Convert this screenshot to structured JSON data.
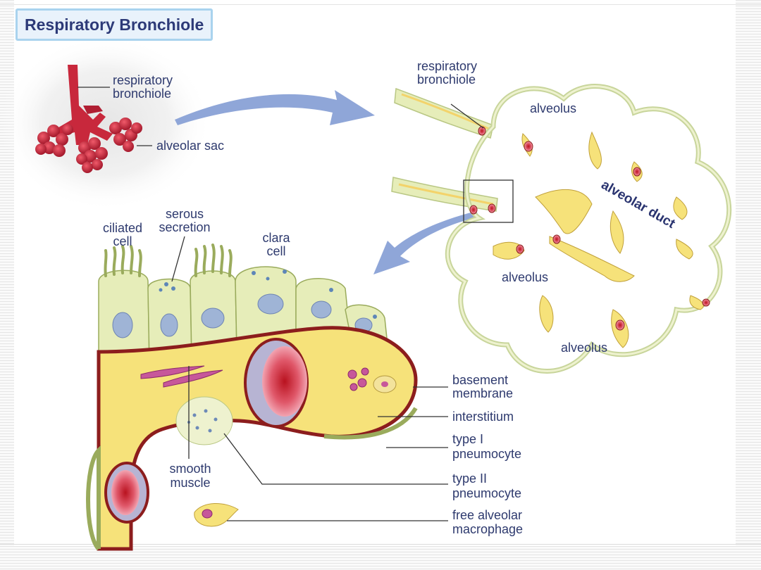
{
  "title": "Respiratory Bronchiole",
  "labels": {
    "respiratory_bronchiole_inset": [
      "respiratory",
      "bronchiole"
    ],
    "alveolar_sac": "alveolar sac",
    "respiratory_bronchiole_detail": [
      "respiratory",
      "bronchiole"
    ],
    "alveolus_top": "alveolus",
    "alveolar_duct": "alveolar duct",
    "alveolus_middle": "alveolus",
    "alveolus_bottom": "alveolus",
    "ciliated_cell": [
      "ciliated",
      "cell"
    ],
    "serous_secretion": [
      "serous",
      "secretion"
    ],
    "clara_cell": [
      "clara",
      "cell"
    ],
    "basement_membrane": [
      "basement",
      "membrane"
    ],
    "interstitium": "interstitium",
    "type1_pneumocyte": [
      "type I",
      "pneumocyte"
    ],
    "type2_pneumocyte": [
      "type II",
      "pneumocyte"
    ],
    "free_alveolar_macrophage": [
      "free alveolar",
      "macrophage"
    ],
    "smooth_muscle": [
      "smooth",
      "muscle"
    ]
  },
  "colors": {
    "title_text": "#2d3a78",
    "title_border": "#a9d3ee",
    "label_text": "#2e3a6e",
    "arrow": "#8fa6d8",
    "lung_red": "#c8283c",
    "wall_green": "#e6edb9",
    "interstitium_yellow": "#f6e27a",
    "membrane_red": "#8c1d1d",
    "nucleus_blue": "#9fb4d6"
  }
}
